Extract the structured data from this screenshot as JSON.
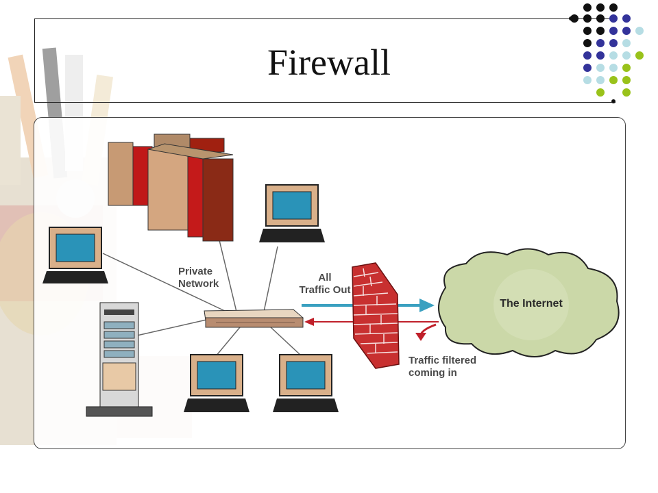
{
  "slide": {
    "title": "Firewall"
  },
  "diagram": {
    "labels": {
      "private_network": "Private\nNetwork",
      "all_traffic_out": "All\nTraffic Out",
      "traffic_filtered": "Traffic filtered\ncoming in",
      "internet": "The Internet"
    },
    "colors": {
      "outgoing_arrow": "#3aa0c0",
      "incoming_arrow": "#c0202a",
      "firewall_brick": "#c83030",
      "cloud": "#cbd8a8",
      "screen": "#2a93b8"
    },
    "decor_colors": {
      "black": "#111111",
      "indigo": "#33339a",
      "light_blue": "#b6dde4",
      "lime": "#99c21a"
    }
  }
}
